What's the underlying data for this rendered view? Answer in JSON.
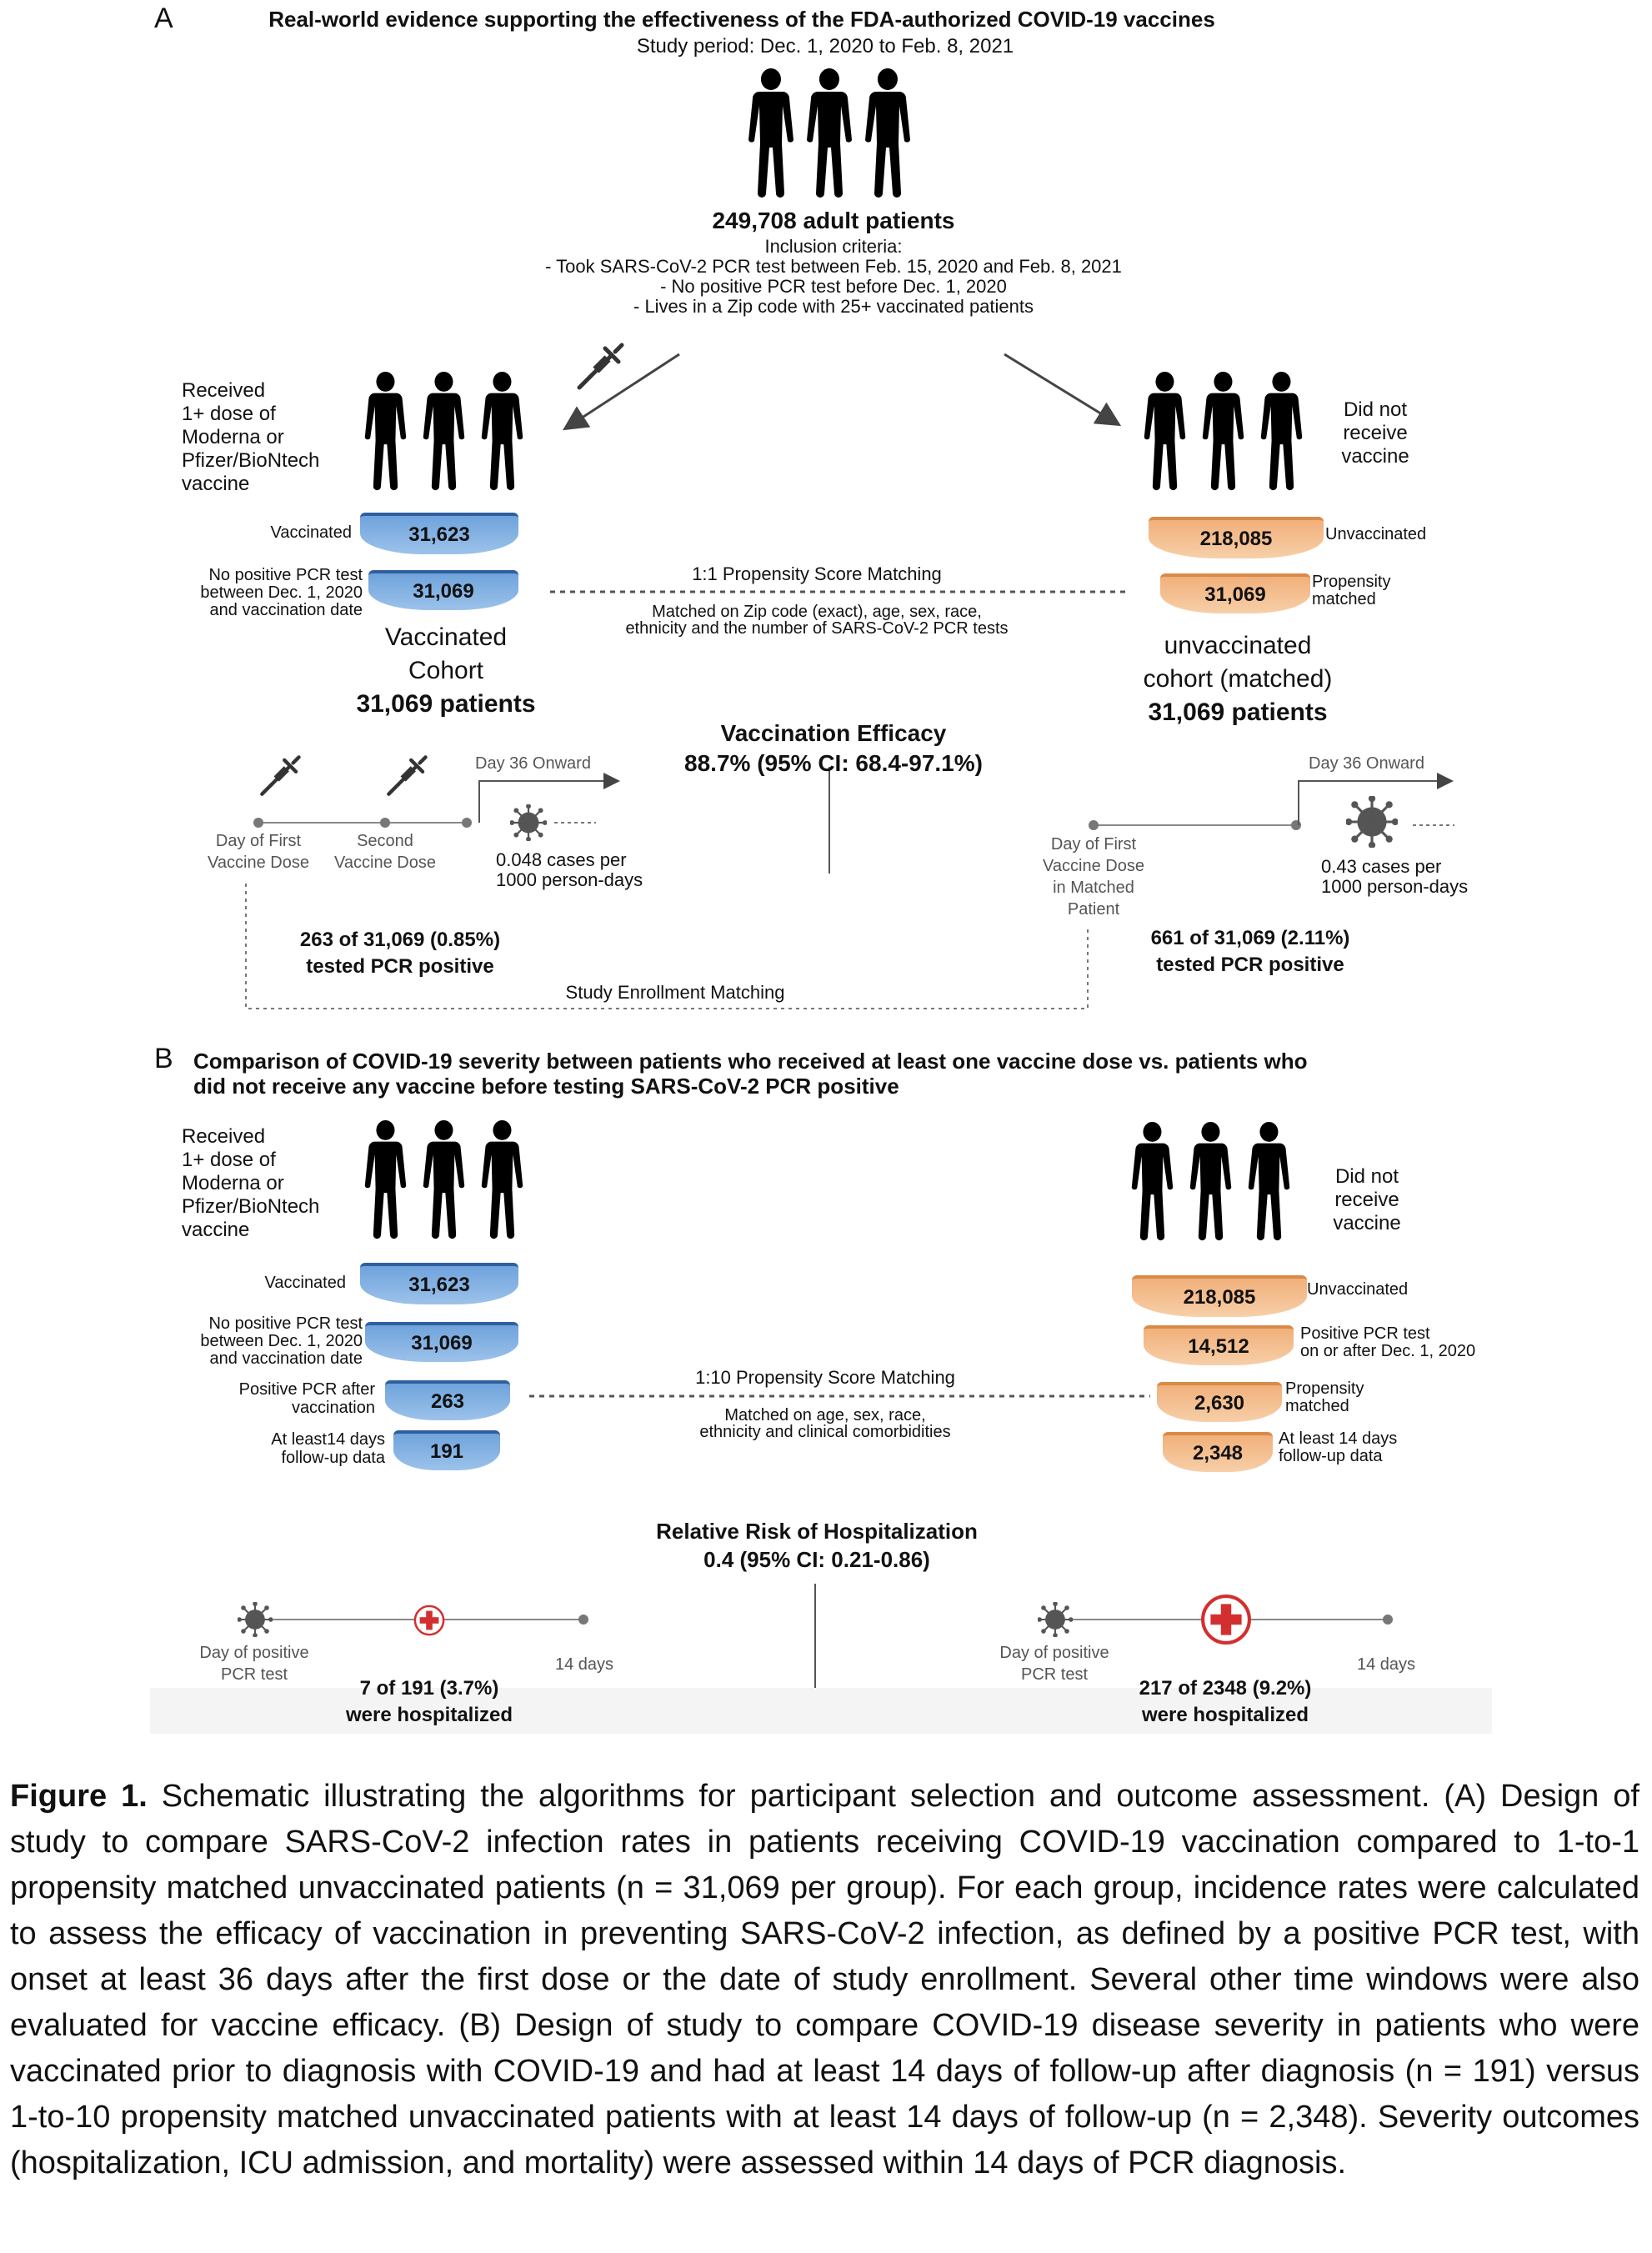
{
  "panel_a": {
    "letter": "A",
    "title": "Real-world evidence supporting the effectiveness of the FDA-authorized COVID-19 vaccines",
    "period": "Study period: Dec. 1, 2020 to Feb. 8, 2021",
    "patients_total": "249,708 adult patients",
    "inclusion_head": "Inclusion criteria:",
    "inclusion_1": "- Took SARS-CoV-2 PCR test between Feb. 15, 2020 and Feb. 8, 2021",
    "inclusion_2": "- No positive PCR test before Dec. 1, 2020",
    "inclusion_3": "- Lives in a Zip code with 25+ vaccinated patients",
    "left_group": [
      "Received",
      "1+ dose of",
      "Moderna or",
      "Pfizer/BioNtech",
      "vaccine"
    ],
    "right_group": [
      "Did not",
      "receive",
      "vaccine"
    ],
    "vaccinated_label": "Vaccinated",
    "vaccinated_count": "31,623",
    "nopos_label": [
      "No positive PCR test",
      "between Dec. 1, 2020",
      "and vaccination date"
    ],
    "nopos_count": "31,069",
    "unvaccinated_label": "Unvaccinated",
    "unvaccinated_count": "218,085",
    "propensity_label": [
      "Propensity",
      "matched"
    ],
    "propensity_count": "31,069",
    "matching_title": "1:1 Propensity Score Matching",
    "matching_detail_1": "Matched on Zip code (exact), age, sex, race,",
    "matching_detail_2": "ethnicity and the number of SARS-CoV-2 PCR tests",
    "vax_cohort": [
      "Vaccinated",
      "Cohort"
    ],
    "vax_cohort_n": "31,069 patients",
    "unvax_cohort": [
      "unvaccinated",
      "cohort (matched)"
    ],
    "unvax_cohort_n": "31,069 patients",
    "efficacy_title": "Vaccination Efficacy",
    "efficacy_value": "88.7% (95% CI: 68.4-97.1%)",
    "day36_left": "Day 36 Onward",
    "day36_right": "Day 36 Onward",
    "first_dose": [
      "Day of First",
      "Vaccine Dose"
    ],
    "second_dose": [
      "Second",
      "Vaccine Dose"
    ],
    "rate_left": [
      "0.048 cases per",
      "1000 person-days"
    ],
    "first_dose_matched": [
      "Day of First",
      "Vaccine Dose",
      "in Matched",
      "Patient"
    ],
    "rate_right": [
      "0.43 cases per",
      "1000 person-days"
    ],
    "result_left": [
      "263 of 31,069 (0.85%)",
      "tested PCR positive"
    ],
    "result_right": [
      "661 of 31,069 (2.11%)",
      "tested PCR positive"
    ],
    "enrollment": "Study Enrollment Matching"
  },
  "panel_b": {
    "letter": "B",
    "title_1": "Comparison of COVID-19 severity between patients who received at least one vaccine dose vs. patients who",
    "title_2": "did not receive any vaccine before testing SARS-CoV-2 PCR positive",
    "left_group": [
      "Received",
      "1+ dose of",
      "Moderna or",
      "Pfizer/BioNtech",
      "vaccine"
    ],
    "right_group": [
      "Did not",
      "receive",
      "vaccine"
    ],
    "left_rows": [
      {
        "label": [
          "Vaccinated"
        ],
        "count": "31,623"
      },
      {
        "label": [
          "No positive PCR test",
          "between Dec. 1, 2020",
          "and vaccination date"
        ],
        "count": "31,069"
      },
      {
        "label": [
          "Positive PCR after",
          "vaccination"
        ],
        "count": "263"
      },
      {
        "label": [
          "At least14 days",
          "follow-up data"
        ],
        "count": "191"
      }
    ],
    "right_rows": [
      {
        "label": [
          "Unvaccinated"
        ],
        "count": "218,085"
      },
      {
        "label": [
          "Positive PCR test",
          "on or after Dec. 1, 2020"
        ],
        "count": "14,512"
      },
      {
        "label": [
          "Propensity",
          "matched"
        ],
        "count": "2,630"
      },
      {
        "label": [
          "At least 14 days",
          "follow-up data"
        ],
        "count": "2,348"
      }
    ],
    "matching_title": "1:10 Propensity Score Matching",
    "matching_detail_1": "Matched on age, sex, race,",
    "matching_detail_2": "ethnicity and clinical comorbidities",
    "rr_title": "Relative Risk of Hospitalization",
    "rr_value": "0.4 (95% CI: 0.21-0.86)",
    "pos_left": [
      "Day of positive",
      "PCR test"
    ],
    "days_left": "14 days",
    "hosp_left": [
      "7 of 191 (3.7%)",
      "were hospitalized"
    ],
    "pos_right": [
      "Day of positive",
      "PCR test"
    ],
    "days_right": "14 days",
    "hosp_right": [
      "217 of 2348 (9.2%)",
      "were hospitalized"
    ]
  },
  "caption": {
    "label": "Figure 1.",
    "text": " Schematic illustrating the algorithms for participant selection and outcome assessment. (A) Design of study to compare SARS-CoV-2 infection rates in patients receiving COVID-19 vaccination compared to 1-to-1 propensity matched unvaccinated patients (n = 31,069 per group). For each group, incidence rates were calculated to assess the efficacy of vaccination in preventing SARS-CoV-2 infection, as defined by a positive PCR test, with onset at least 36 days after the first dose or the date of study enrollment. Several other time windows were also evaluated for vaccine efficacy. (B) Design of study to compare COVID-19 disease severity in patients who were vaccinated prior to diagnosis with COVID-19 and had at least 14 days of follow-up after diagnosis (n = 191) versus 1-to-10 propensity matched unvaccinated patients with at least 14 days of follow-up (n = 2,348). Severity outcomes (hospitalization, ICU admission, and mortality) were assessed within 14 days of PCR diagnosis."
  },
  "colors": {
    "blue": "#6c9fd6",
    "orange": "#eea46a",
    "grey": "#8c8c8c",
    "red": "#d32f2f"
  }
}
